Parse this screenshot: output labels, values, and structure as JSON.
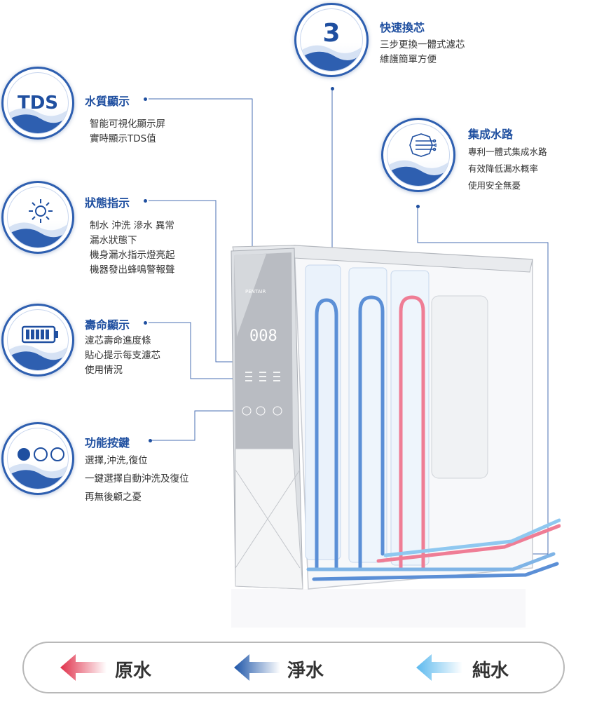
{
  "features": {
    "tds": {
      "badge": "TDS",
      "title": "水質顯示",
      "lines": [
        "智能可視化顯示屏",
        "實時顯示TDS值"
      ]
    },
    "status": {
      "icon": "sun-icon",
      "title": "狀態指示",
      "lines": [
        "制水 沖洗 滲水 異常",
        "漏水狀態下",
        "機身漏水指示燈亮起",
        "機器發出蜂鳴警報聲"
      ]
    },
    "life": {
      "icon": "battery-icon",
      "title": "壽命顯示",
      "lines": [
        "濾芯壽命進度條",
        "貼心提示每支濾芯",
        "使用情況"
      ]
    },
    "buttons": {
      "icon": "three-circles-icon",
      "title": "功能按鍵",
      "lines": [
        "選擇,沖洗,復位",
        "一鍵選擇自動沖洗及復位",
        "再無後顧之憂"
      ]
    },
    "quick": {
      "badge": "3",
      "title": "快速換芯",
      "lines": [
        "三步更換一體式濾芯",
        "維護簡單方便"
      ]
    },
    "waterway": {
      "icon": "circuit-icon",
      "title": "集成水路",
      "lines": [
        "專利一體式集成水路",
        "有效降低漏水概率",
        "使用安全無憂"
      ]
    }
  },
  "product": {
    "brand": "PENTAIR",
    "display_value": "008"
  },
  "legend": {
    "raw": "原水",
    "clean": "淨水",
    "pure": "純水"
  },
  "colors": {
    "accent": "#1f4fa0",
    "raw": "#e0314b",
    "clean": "#2a63b8",
    "pure": "#6fc3ef"
  }
}
